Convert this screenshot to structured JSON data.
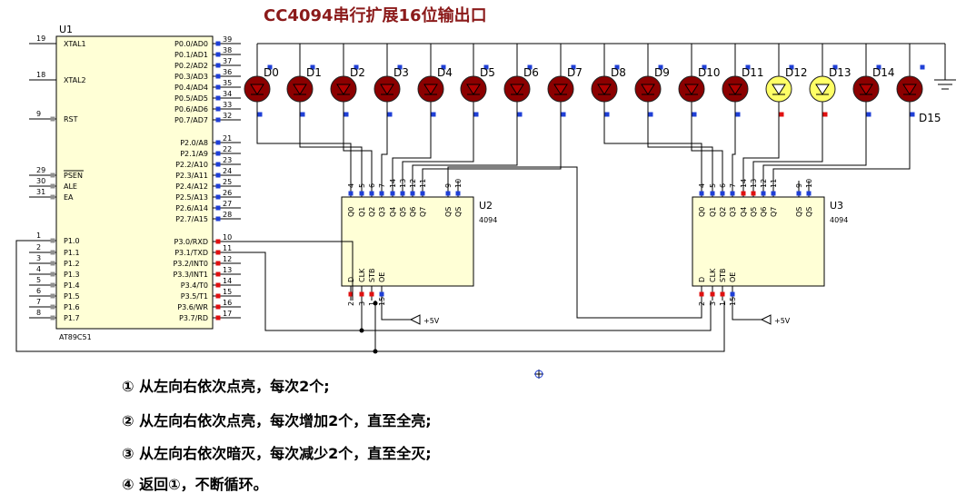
{
  "title": "CC4094串行扩展16位输出口",
  "mcu": {
    "ref": "U1",
    "part": "AT89C51",
    "left_pins": [
      {
        "no": "19",
        "label": "XTAL1"
      },
      {
        "no": "18",
        "label": "XTAL2"
      },
      {
        "no": "9",
        "label": "RST"
      },
      {
        "no": "29",
        "label": "PSEN"
      },
      {
        "no": "30",
        "label": "ALE"
      },
      {
        "no": "31",
        "label": "EA"
      },
      {
        "no": "1",
        "label": "P1.0"
      },
      {
        "no": "2",
        "label": "P1.1"
      },
      {
        "no": "3",
        "label": "P1.2"
      },
      {
        "no": "4",
        "label": "P1.3"
      },
      {
        "no": "5",
        "label": "P1.4"
      },
      {
        "no": "6",
        "label": "P1.5"
      },
      {
        "no": "7",
        "label": "P1.6"
      },
      {
        "no": "8",
        "label": "P1.7"
      }
    ],
    "right_pins": [
      {
        "no": "39",
        "label": "P0.0/AD0"
      },
      {
        "no": "38",
        "label": "P0.1/AD1"
      },
      {
        "no": "37",
        "label": "P0.2/AD2"
      },
      {
        "no": "36",
        "label": "P0.3/AD3"
      },
      {
        "no": "35",
        "label": "P0.4/AD4"
      },
      {
        "no": "34",
        "label": "P0.5/AD5"
      },
      {
        "no": "33",
        "label": "P0.6/AD6"
      },
      {
        "no": "32",
        "label": "P0.7/AD7"
      },
      {
        "no": "21",
        "label": "P2.0/A8"
      },
      {
        "no": "22",
        "label": "P2.1/A9"
      },
      {
        "no": "23",
        "label": "P2.2/A10"
      },
      {
        "no": "24",
        "label": "P2.3/A11"
      },
      {
        "no": "25",
        "label": "P2.4/A12"
      },
      {
        "no": "26",
        "label": "P2.5/A13"
      },
      {
        "no": "27",
        "label": "P2.6/A14"
      },
      {
        "no": "28",
        "label": "P2.7/A15"
      },
      {
        "no": "10",
        "label": "P3.0/RXD"
      },
      {
        "no": "11",
        "label": "P3.1/TXD"
      },
      {
        "no": "12",
        "label": "P3.2/INT0"
      },
      {
        "no": "13",
        "label": "P3.3/INT1"
      },
      {
        "no": "14",
        "label": "P3.4/T0"
      },
      {
        "no": "15",
        "label": "P3.5/T1"
      },
      {
        "no": "16",
        "label": "P3.6/WR"
      },
      {
        "no": "17",
        "label": "P3.7/RD"
      }
    ]
  },
  "shift_registers": [
    {
      "ref": "U2",
      "part": "4094",
      "top_pins": [
        {
          "no": "4",
          "label": "Q0"
        },
        {
          "no": "5",
          "label": "Q1"
        },
        {
          "no": "6",
          "label": "Q2"
        },
        {
          "no": "7",
          "label": "Q3"
        },
        {
          "no": "14",
          "label": "Q4"
        },
        {
          "no": "13",
          "label": "Q5"
        },
        {
          "no": "12",
          "label": "Q6"
        },
        {
          "no": "11",
          "label": "Q7"
        },
        {
          "no": "9",
          "label": "QS"
        },
        {
          "no": "10",
          "label": "QS"
        }
      ],
      "bottom_pins": [
        {
          "no": "2",
          "label": "D"
        },
        {
          "no": "3",
          "label": "CLK"
        },
        {
          "no": "1",
          "label": "STB"
        },
        {
          "no": "15",
          "label": "OE"
        }
      ],
      "supply": "+5V"
    },
    {
      "ref": "U3",
      "part": "4094",
      "top_pins": [
        {
          "no": "4",
          "label": "Q0"
        },
        {
          "no": "5",
          "label": "Q1"
        },
        {
          "no": "6",
          "label": "Q2"
        },
        {
          "no": "7",
          "label": "Q3"
        },
        {
          "no": "14",
          "label": "Q4"
        },
        {
          "no": "13",
          "label": "Q5"
        },
        {
          "no": "12",
          "label": "Q6"
        },
        {
          "no": "11",
          "label": "Q7"
        },
        {
          "no": "9",
          "label": "QS"
        },
        {
          "no": "10",
          "label": "QS"
        }
      ],
      "bottom_pins": [
        {
          "no": "2",
          "label": "D"
        },
        {
          "no": "3",
          "label": "CLK"
        },
        {
          "no": "1",
          "label": "STB"
        },
        {
          "no": "15",
          "label": "OE"
        }
      ],
      "supply": "+5V"
    }
  ],
  "leds": [
    {
      "label": "D0",
      "lit": false
    },
    {
      "label": "D1",
      "lit": false
    },
    {
      "label": "D2",
      "lit": false
    },
    {
      "label": "D3",
      "lit": false
    },
    {
      "label": "D4",
      "lit": false
    },
    {
      "label": "D5",
      "lit": false
    },
    {
      "label": "D6",
      "lit": false
    },
    {
      "label": "D7",
      "lit": false
    },
    {
      "label": "D8",
      "lit": false
    },
    {
      "label": "D9",
      "lit": false
    },
    {
      "label": "D10",
      "lit": false
    },
    {
      "label": "D11",
      "lit": false
    },
    {
      "label": "D12",
      "lit": true
    },
    {
      "label": "D13",
      "lit": true
    },
    {
      "label": "D14",
      "lit": false
    },
    {
      "label": "D15",
      "lit": false
    }
  ],
  "colors": {
    "led_off": "#8b0000",
    "led_on": "#ffff66",
    "pin_blue": "#1f3fd6",
    "pin_red": "#e01010",
    "title": "#8b1a1a",
    "chip_fill": "#ffffd6"
  },
  "notes": [
    "① 从左向右依次点亮，每次2个;",
    "② 从左向右依次点亮，每次增加2个，直至全亮;",
    "③ 从左向右依次暗灭，每次减少2个，直至全灭;",
    "④ 返回①，不断循环。"
  ]
}
